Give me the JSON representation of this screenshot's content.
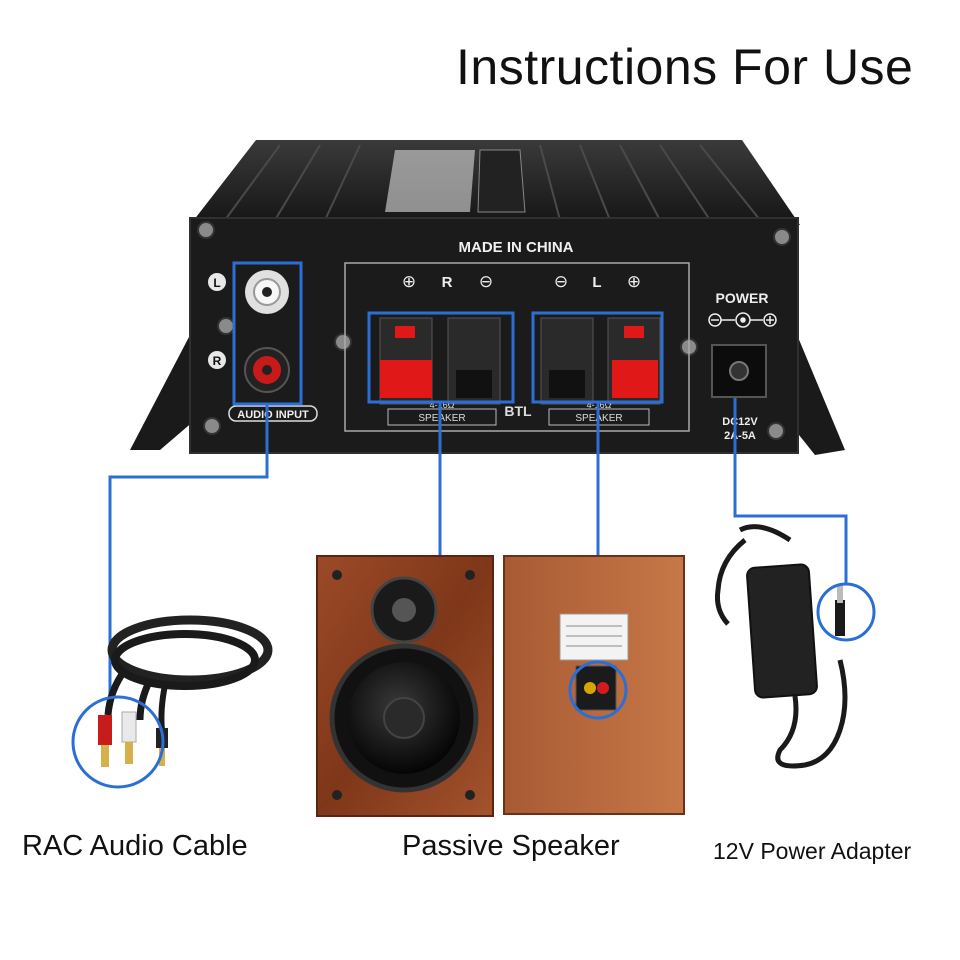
{
  "title": "Instructions For Use",
  "amplifier": {
    "made_in": "MADE IN CHINA",
    "audio_input": "AUDIO INPUT",
    "channel_l": "L",
    "channel_r": "R",
    "speaker_terminal_right": {
      "plus": "⊕",
      "label": "R",
      "minus": "⊖"
    },
    "speaker_terminal_left": {
      "minus": "⊖",
      "label": "L",
      "plus": "⊕"
    },
    "speaker_label": "SPEAKER",
    "impedance": "4-16Ω",
    "btl": "BTL",
    "power_label": "POWER",
    "power_rating_1": "DC12V",
    "power_rating_2": "2A-5A"
  },
  "captions": {
    "cable": "RAC Audio Cable",
    "speaker": "Passive Speaker",
    "adapter": "12V Power Adapter"
  },
  "colors": {
    "highlight_blue": "#2b6fd6",
    "amp_body": "#1c1c1c",
    "speaker_wood": "#8b3f22",
    "speaker_terminal_red": "#e01818"
  }
}
